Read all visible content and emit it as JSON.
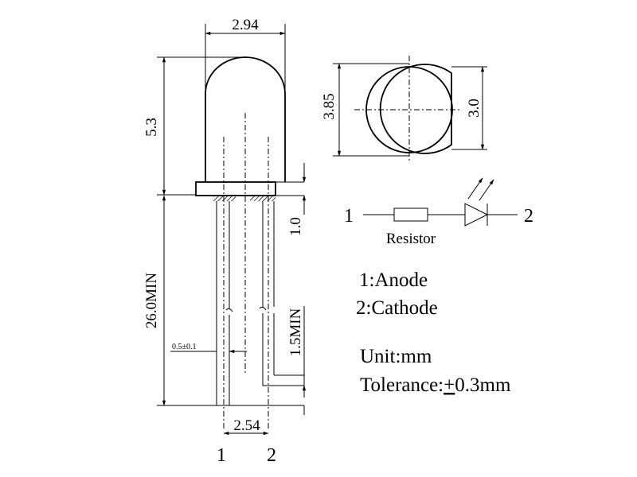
{
  "dimensions": {
    "lens_width": "2.94",
    "body_height": "5.3",
    "flange_diameter": "3.85",
    "lens_diameter": "3.0",
    "flange_thickness": "1.0",
    "lead_length": "26.0MIN",
    "lead_step": "1.5MIN",
    "lead_width": "0.5±0.1",
    "pin_pitch": "2.54"
  },
  "pins": {
    "pin1": "1",
    "pin2": "2"
  },
  "schematic": {
    "left_pin": "1",
    "right_pin": "2",
    "resistor_label": "Resistor"
  },
  "legend": {
    "anode": "1:Anode",
    "cathode": "2:Cathode",
    "unit": "Unit:mm",
    "tolerance_prefix": "Tolerance:",
    "tolerance_symbol": "+",
    "tolerance_value": "0.3mm"
  }
}
